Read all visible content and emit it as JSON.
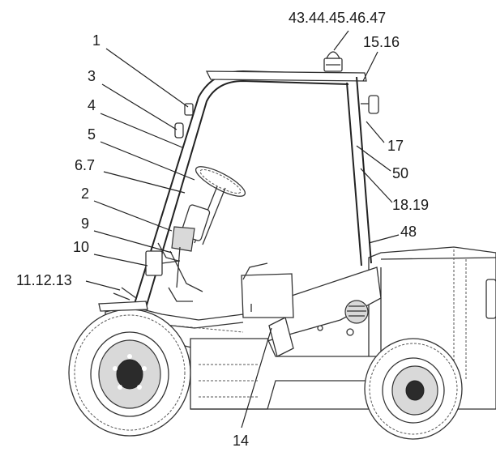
{
  "callouts": {
    "c1": "1",
    "c3": "3",
    "c4": "4",
    "c5": "5",
    "c67": "6.7",
    "c2": "2",
    "c9": "9",
    "c10": "10",
    "c111213": "11.12.13",
    "c14": "14",
    "c4347": "43.44.45.46.47",
    "c1516": "15.16",
    "c17": "17",
    "c50": "50",
    "c1819": "18.19",
    "c48": "48"
  }
}
